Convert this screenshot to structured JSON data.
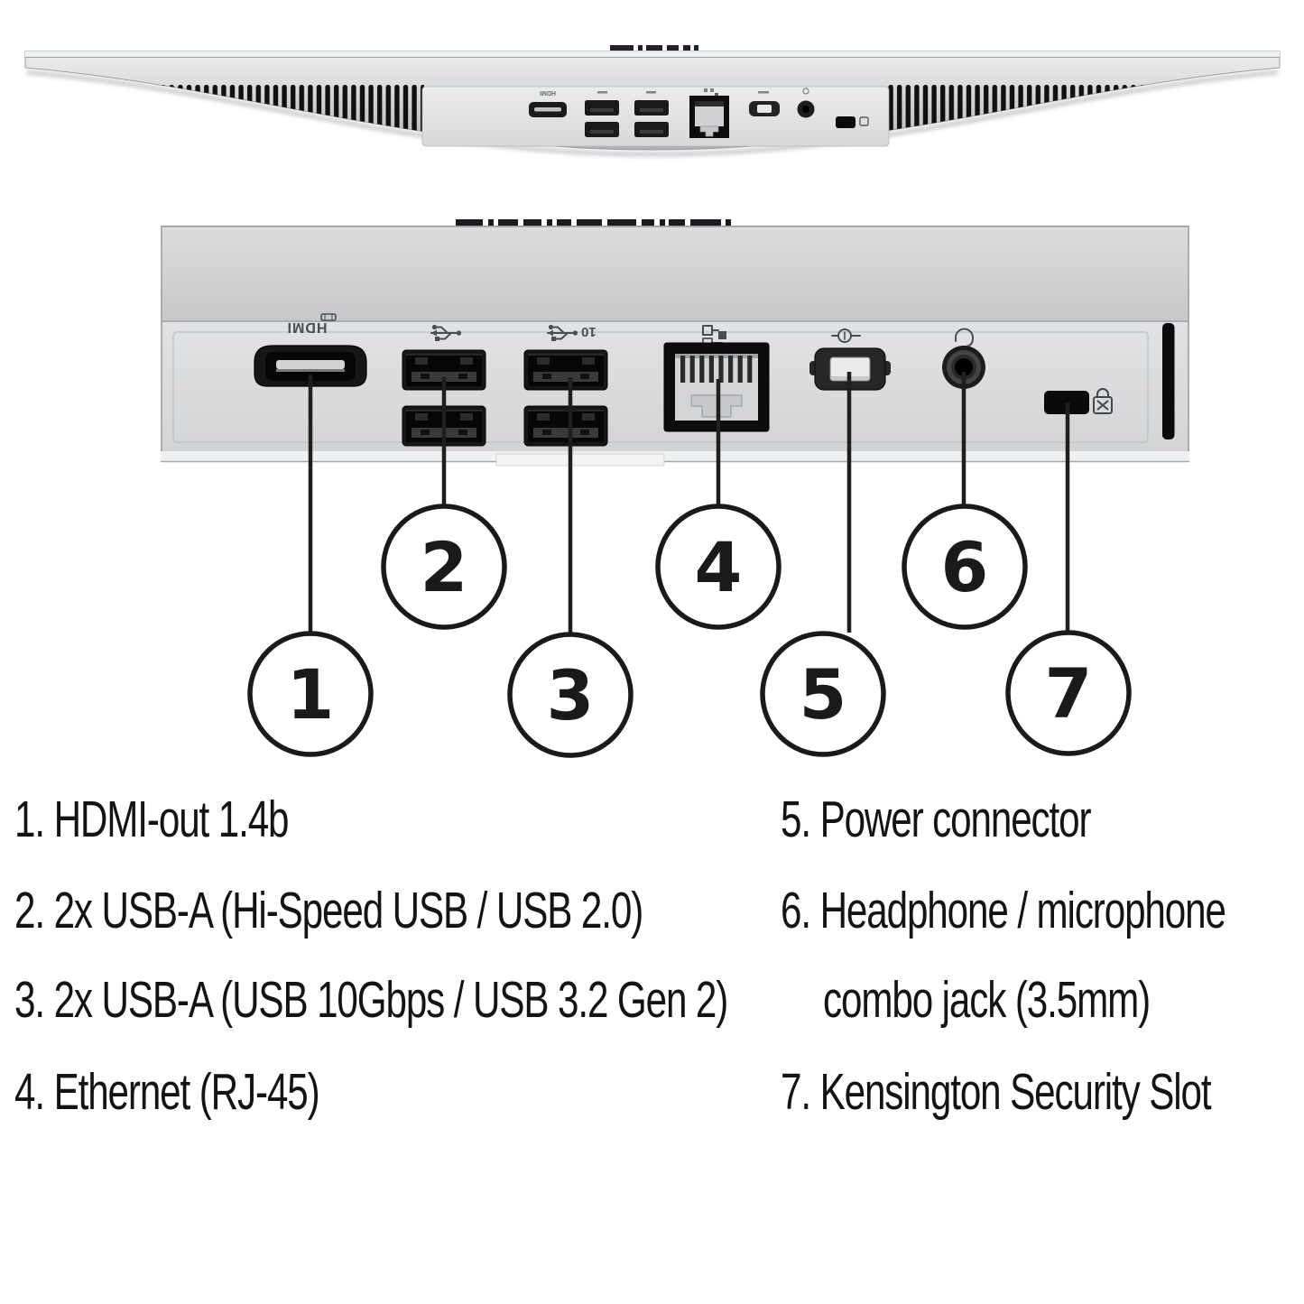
{
  "illustration": {
    "port_labels": {
      "hdmi": "HDMI",
      "usb10": "10"
    },
    "callouts": [
      "1",
      "2",
      "3",
      "4",
      "5",
      "6",
      "7"
    ]
  },
  "legend": {
    "left": [
      "1. HDMI-out 1.4b",
      "2. 2x USB-A (Hi-Speed USB / USB 2.0)",
      "3. 2x USB-A (USB 10Gbps / USB 3.2 Gen 2)",
      "4. Ethernet (RJ-45)"
    ],
    "right": [
      "5. Power connector",
      "6. Headphone / microphone",
      "combo jack (3.5mm)",
      "7. Kensington Security Slot"
    ]
  },
  "colors": {
    "ink": "#1a1a1a",
    "device_light": "#eceeef",
    "device_dark": "#aeb1b3",
    "panel": "#dcdee0"
  }
}
